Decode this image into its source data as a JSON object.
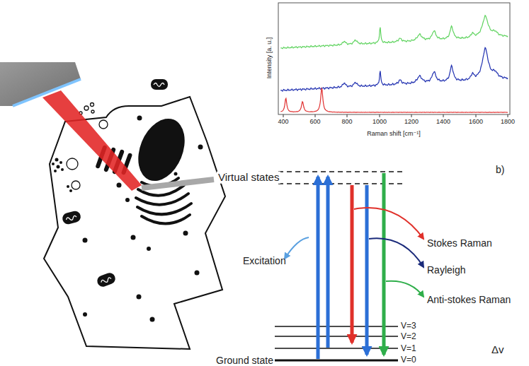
{
  "diagram": {
    "labels": [
      "Intensity [a. u.]",
      "400",
      "600",
      "800",
      "1000",
      "1200",
      "1400",
      "1600",
      "1800",
      "Raman shift [cm⁻¹]",
      "Virtual states",
      "b)",
      "Stokes Raman",
      "Excitation",
      "Rayleigh",
      "Anti-stokes Raman",
      "V=3",
      "V=2",
      "V=1",
      "V=0",
      "Ground state",
      "Δv"
    ]
  }
}
